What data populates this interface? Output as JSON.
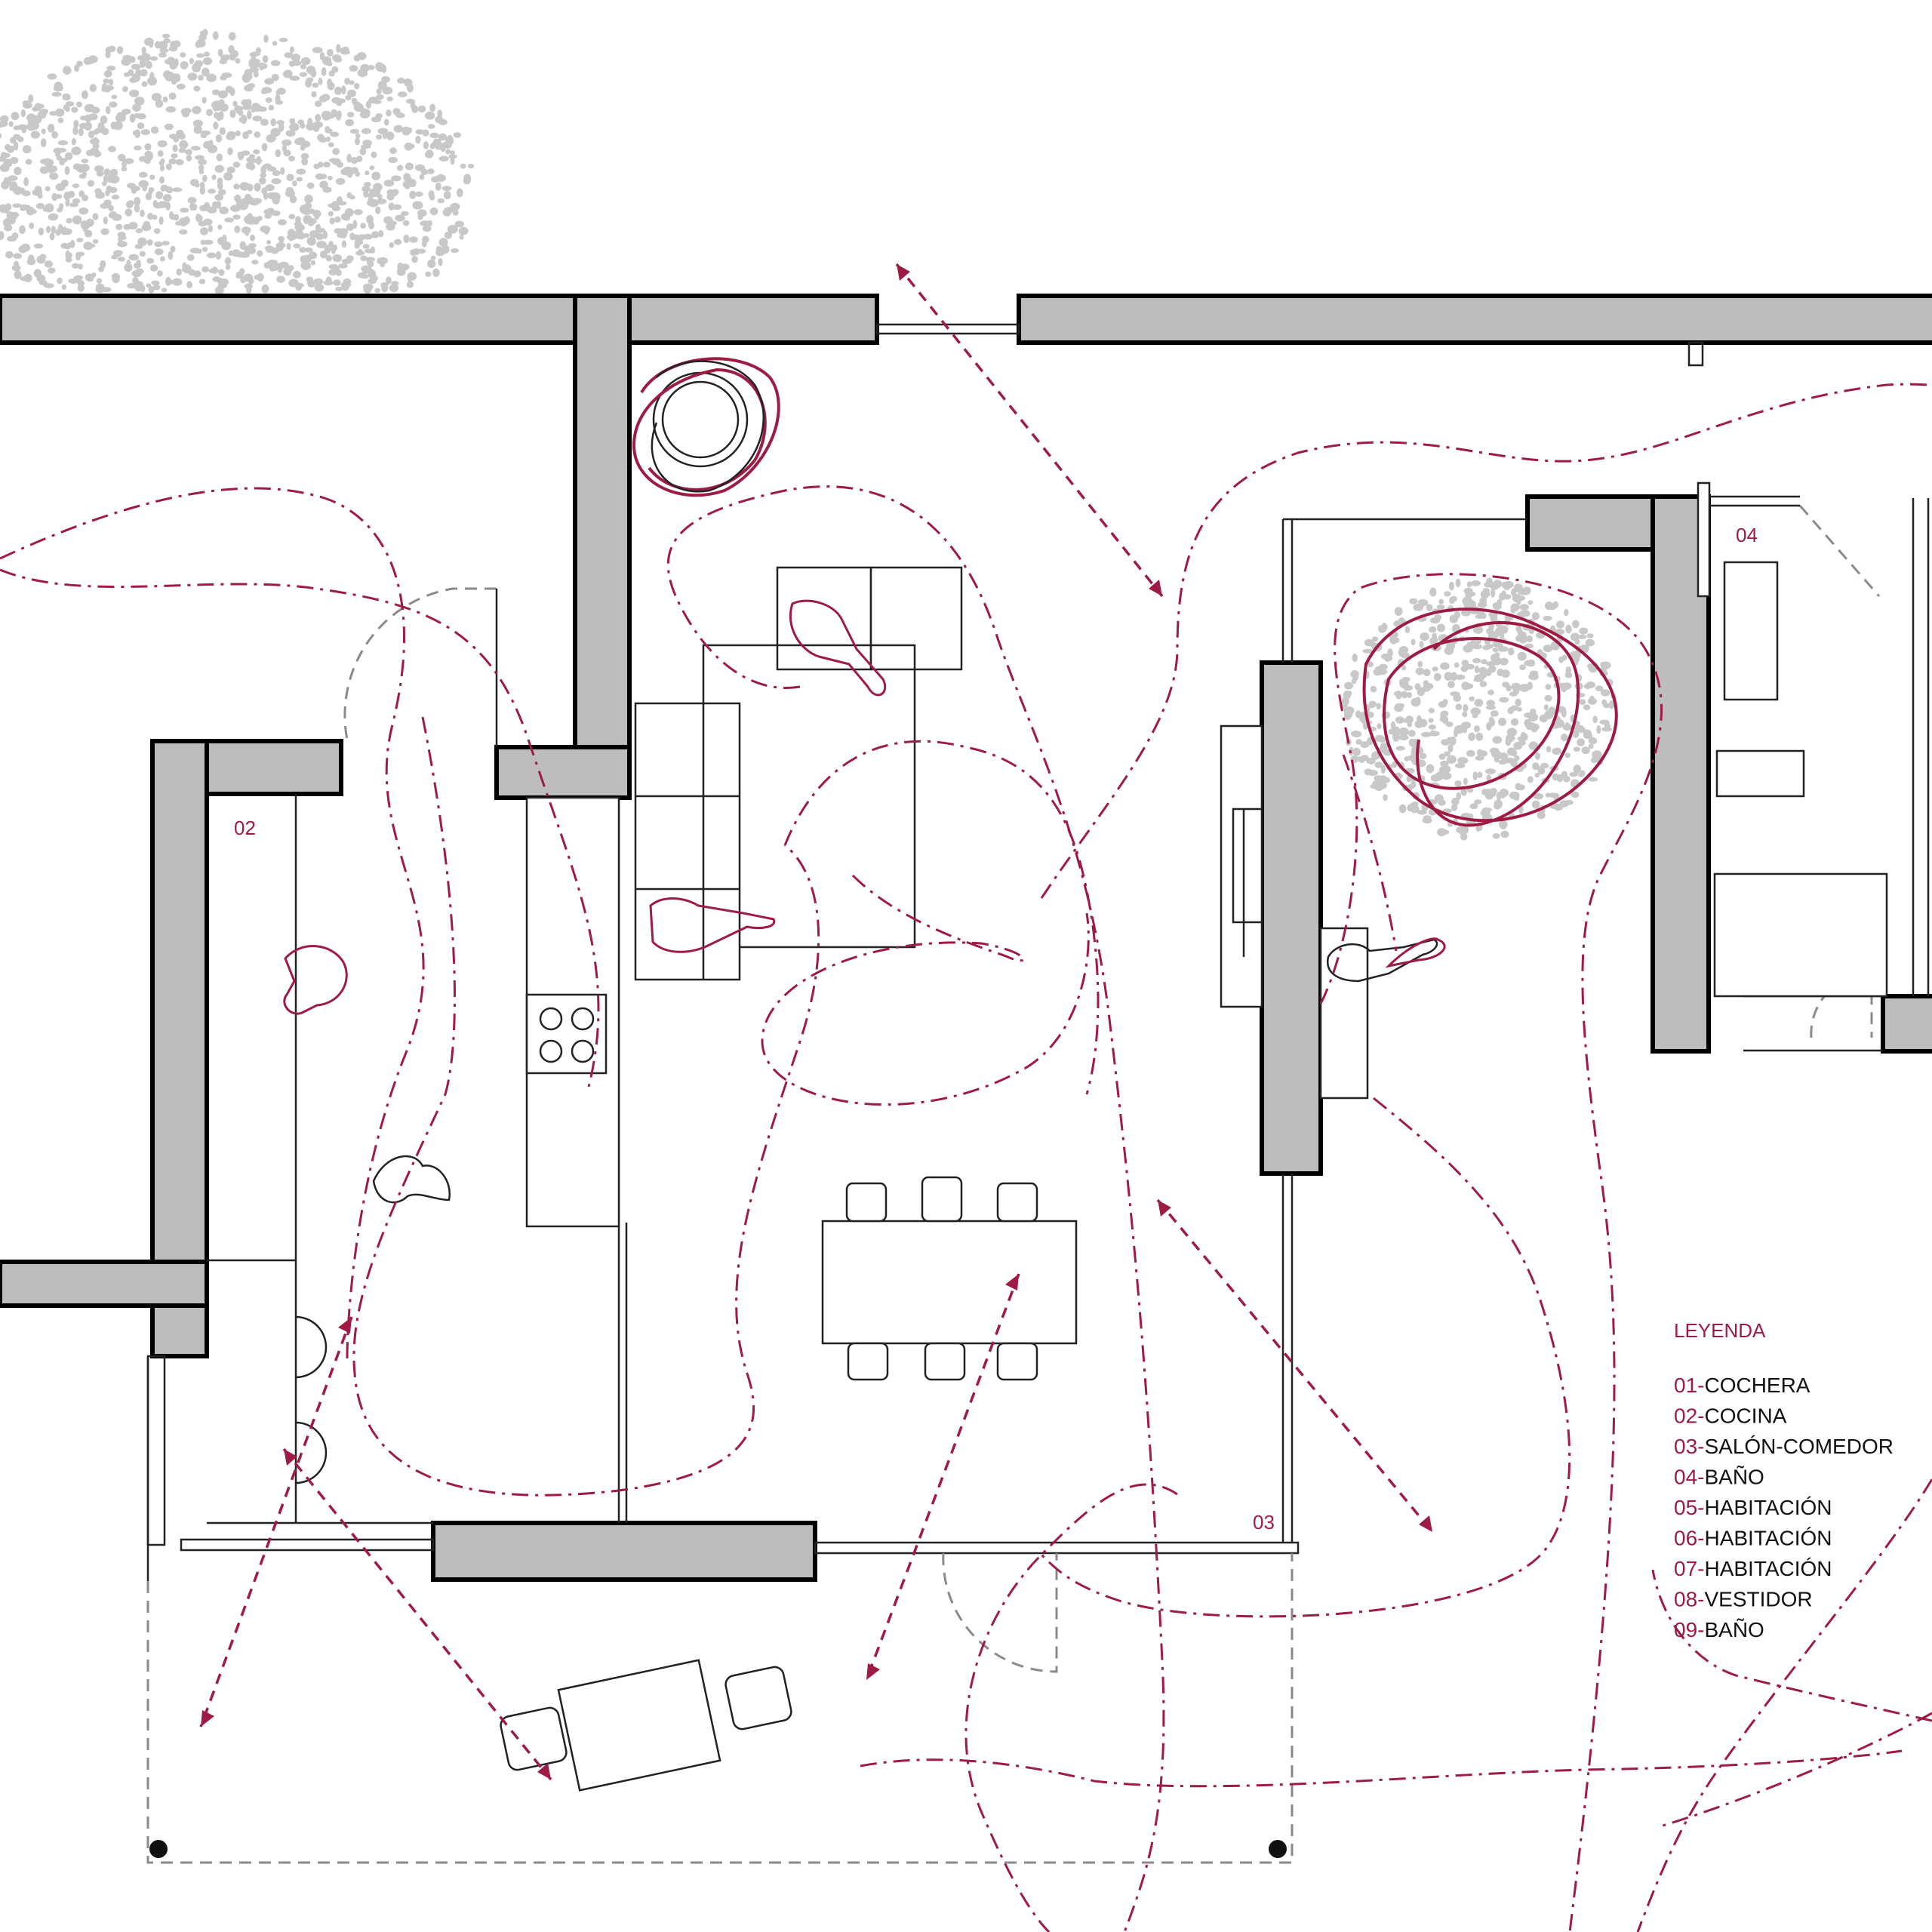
{
  "legend": {
    "title": "LEYENDA",
    "items": [
      {
        "num": "01-",
        "name": "COCHERA"
      },
      {
        "num": "02-",
        "name": "COCINA"
      },
      {
        "num": "03-",
        "name": "SALÓN-COMEDOR"
      },
      {
        "num": "04-",
        "name": "BAÑO"
      },
      {
        "num": "05-",
        "name": "HABITACIÓN"
      },
      {
        "num": "06-",
        "name": "HABITACIÓN"
      },
      {
        "num": "07-",
        "name": "HABITACIÓN"
      },
      {
        "num": "08-",
        "name": "VESTIDOR"
      },
      {
        "num": "09-",
        "name": "BAÑO"
      }
    ]
  },
  "rooms": {
    "kitchen": "02",
    "living": "03",
    "bath": "04"
  },
  "colors": {
    "accent": "#9e1b44",
    "wall_fill": "#bdbdbd",
    "wall_stroke": "#000000",
    "vegetation": "#c8c8c8"
  }
}
